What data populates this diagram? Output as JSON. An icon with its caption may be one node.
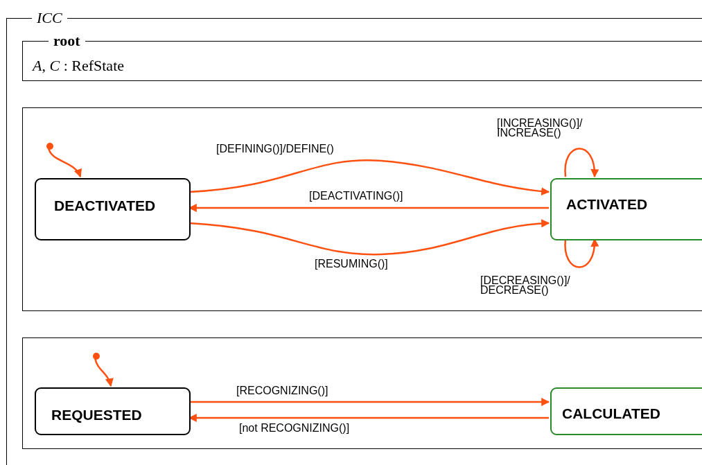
{
  "diagram": {
    "nodes": [
      {
        "text": [
          "ICC"
        ]
      },
      {
        "text": [
          "root",
          "*A*, *C* : RefState"
        ],
        "in": 0
      },
      {
        "text": [],
        "shape": "box",
        "in": 0
      },
      {
        "text": [],
        "shape": "circle",
        "in": 2
      },
      {
        "text": [
          "DEACTIVATED"
        ],
        "in": 2
      },
      {
        "text": [
          "ACTIVATED"
        ],
        "in": 2
      },
      {
        "text": [],
        "shape": "box",
        "in": 0
      },
      {
        "text": [],
        "shape": "circle",
        "in": 6
      },
      {
        "text": [
          "REQUESTED"
        ],
        "in": 6
      },
      {
        "text": [
          "CALCULATED"
        ],
        "in": 6
      }
    ],
    "edges": [
      {
        "from": 3,
        "to": 4,
        "arrow": "to"
      },
      {
        "from": 4,
        "to": 5,
        "arrow": "to",
        "label": "[DEFINING()]/DEFINE()"
      },
      {
        "from": 5,
        "to": 4,
        "arrow": "to",
        "label": "[DEACTIVATING()]"
      },
      {
        "from": 4,
        "to": 5,
        "arrow": "to",
        "label": "[RESUMING()]"
      },
      {
        "from": 5,
        "to": 5,
        "arrow": "to",
        "label": "[INCREASING()]/ INCREASE()"
      },
      {
        "from": 5,
        "to": 5,
        "arrow": "to",
        "label": "[DECREASING()]/ DECREASE()"
      },
      {
        "from": 7,
        "to": 8,
        "arrow": "to"
      },
      {
        "from": 8,
        "to": 9,
        "arrow": "to",
        "label": "[RECOGNIZING()]"
      },
      {
        "from": 9,
        "to": 8,
        "arrow": "to",
        "label": "[not RECOGNIZING()]"
      }
    ]
  }
}
